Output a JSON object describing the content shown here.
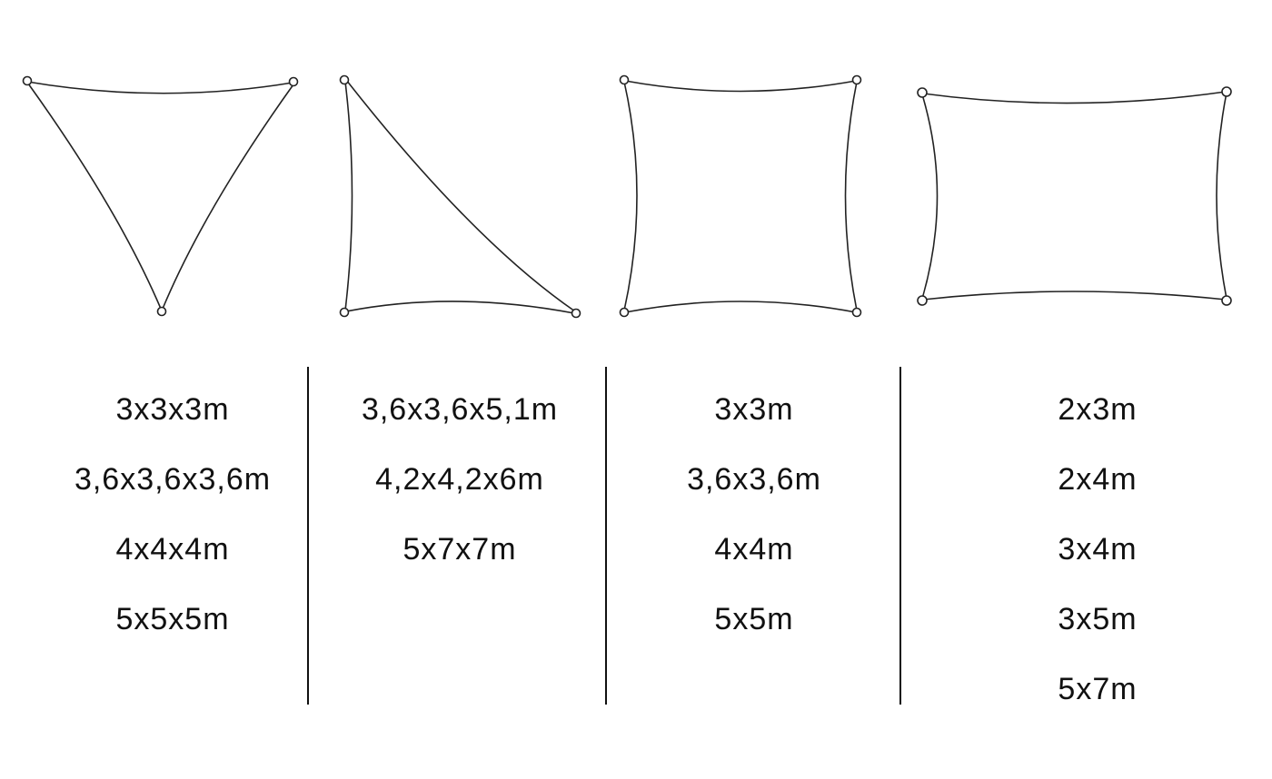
{
  "shapes": [
    {
      "name": "equilateral-triangle",
      "sizes": [
        "3x3x3m",
        "3,6x3,6x3,6m",
        "4x4x4m",
        "5x5x5m"
      ]
    },
    {
      "name": "right-triangle",
      "sizes": [
        "3,6x3,6x5,1m",
        "4,2x4,2x6m",
        "5x7x7m"
      ]
    },
    {
      "name": "square",
      "sizes": [
        "3x3m",
        "3,6x3,6m",
        "4x4m",
        "5x5m"
      ]
    },
    {
      "name": "rectangle",
      "sizes": [
        "2x3m",
        "2x4m",
        "3x4m",
        "3x5m",
        "5x7m"
      ]
    }
  ]
}
